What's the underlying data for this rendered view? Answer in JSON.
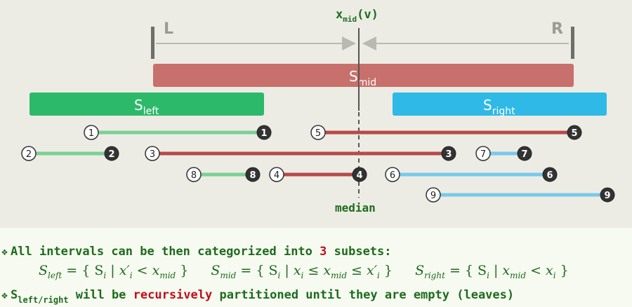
{
  "diagram": {
    "xmid_label_main": "x",
    "xmid_label_sub": "mid",
    "xmid_label_tail": "(v)",
    "left_label": "L",
    "right_label": "R",
    "median_label": "median",
    "smid": {
      "main": "S",
      "sub": "mid"
    },
    "sleft": {
      "main": "S",
      "sub": "left"
    },
    "sright": {
      "main": "S",
      "sub": "right"
    },
    "colors": {
      "mid": "#c8706b",
      "left": "#2cb96a",
      "right": "#2fb9e6",
      "red_seg": "#b84a48",
      "green_seg": "#7ccf95",
      "blue_seg": "#79c9ea"
    },
    "intervals": [
      {
        "id": "1",
        "group": "left"
      },
      {
        "id": "2",
        "group": "left"
      },
      {
        "id": "3",
        "group": "mid"
      },
      {
        "id": "4",
        "group": "mid"
      },
      {
        "id": "5",
        "group": "mid"
      },
      {
        "id": "6",
        "group": "right"
      },
      {
        "id": "7",
        "group": "right"
      },
      {
        "id": "8",
        "group": "left"
      },
      {
        "id": "9",
        "group": "right"
      }
    ]
  },
  "bullets": {
    "line1_a": "All intervals can be then categorized into ",
    "line1_num": "3",
    "line1_b": " subsets:",
    "line3_s": "S",
    "line3_sub": "left/right",
    "line3_a": " will be ",
    "line3_red": "recursively",
    "line3_b": " partitioned until they are empty (leaves)"
  },
  "formulas": {
    "left": {
      "lhs": "S",
      "lhs_sub": "left",
      "body": " = { S",
      "body_sub": "i",
      "cond": " | x′",
      "cond_sub": "i",
      "rel": " < x",
      "rel_sub": "mid",
      "end": " }"
    },
    "mid": {
      "lhs": "S",
      "lhs_sub": "mid",
      "body": " = { S",
      "body_sub": "i",
      "cond": " | x",
      "cond_sub": "i",
      "rel": " ≤ x",
      "rel_sub": "mid",
      "rel2": " ≤ x′",
      "rel2_sub": "i",
      "end": " }"
    },
    "right": {
      "lhs": "S",
      "lhs_sub": "right",
      "body": " = { S",
      "body_sub": "i",
      "cond": " | x",
      "cond_sub": "mid",
      "rel": " < x",
      "rel_sub": "i",
      "end": " }"
    }
  }
}
